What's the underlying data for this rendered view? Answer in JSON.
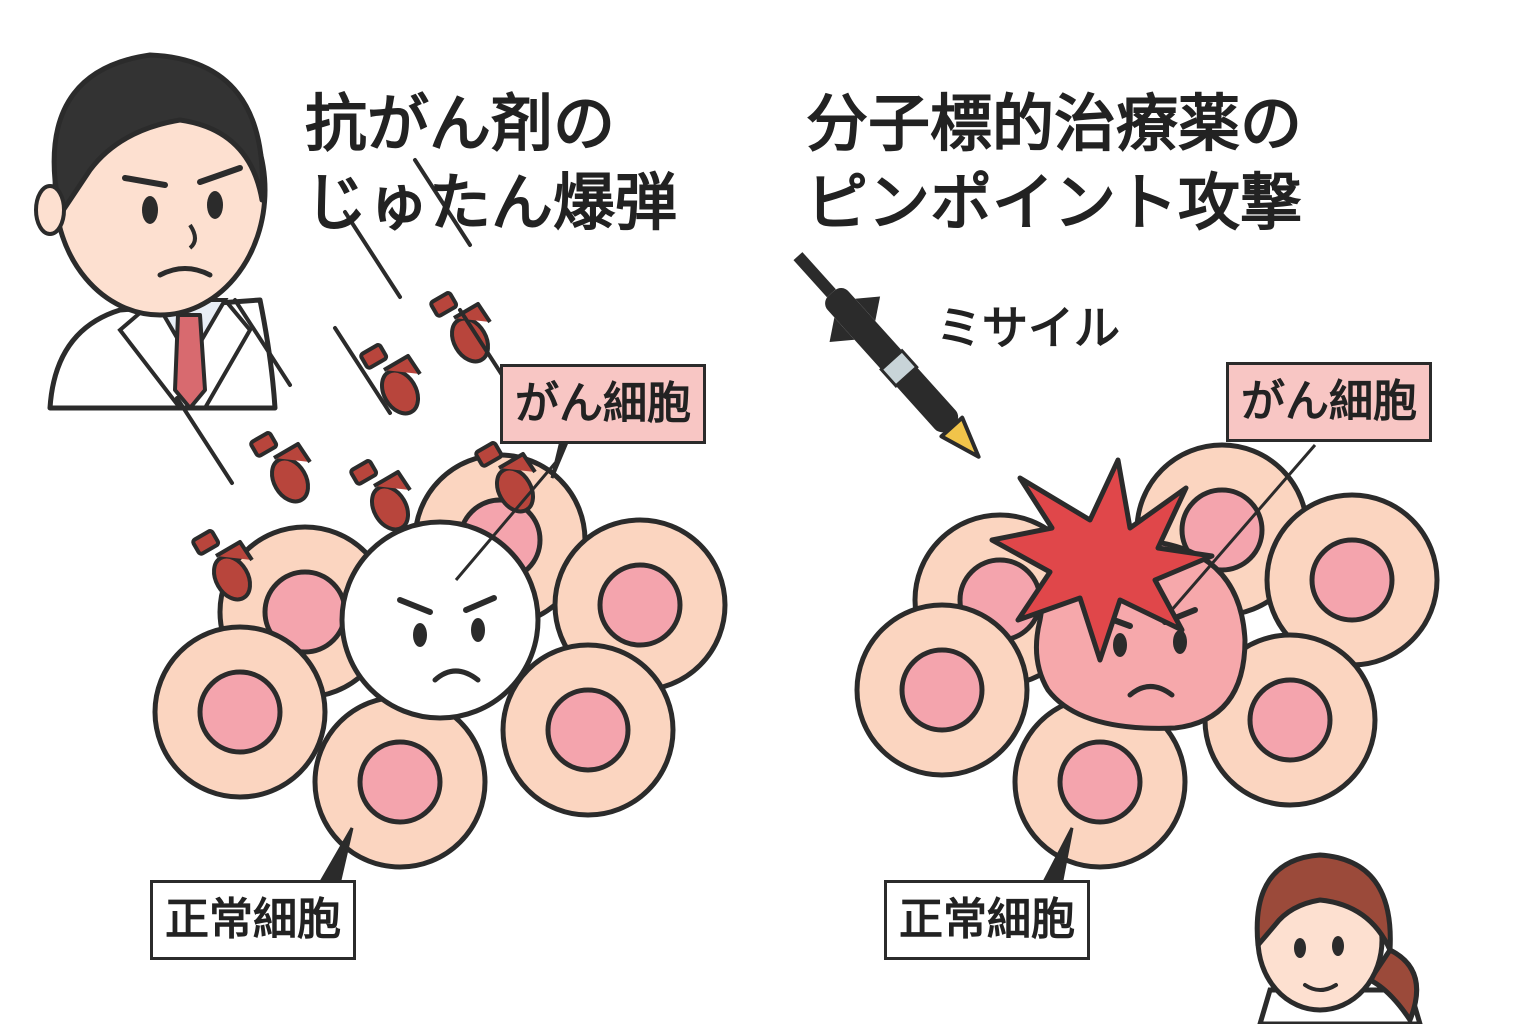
{
  "left_panel": {
    "title_line1": "抗がん剤の",
    "title_line2": "じゅたん爆弾",
    "cancer_cell_label": "がん細胞",
    "normal_cell_label": "正常細胞"
  },
  "right_panel": {
    "title_line1": "分子標的治療薬の",
    "title_line2": "ピンポイント攻撃",
    "missile_label": "ミサイル",
    "cancer_cell_label": "がん細胞",
    "normal_cell_label": "正常細胞"
  },
  "colors": {
    "outline": "#2b2b2b",
    "normal_cell": "#fbd5c0",
    "nucleus": "#f4a4ad",
    "cancer_cell_right": "#f6a8ab",
    "label_pink": "#f8c6c4",
    "bomb": "#b8453c",
    "explosion": "#e0474a",
    "skin": "#fde0d0",
    "doctor_hair": "#333333",
    "nurse_hair": "#9b4a3a"
  },
  "icons": [
    "doctor-icon",
    "bomb-icon",
    "missile-icon",
    "explosion-icon",
    "nurse-icon",
    "angry-face-icon"
  ]
}
